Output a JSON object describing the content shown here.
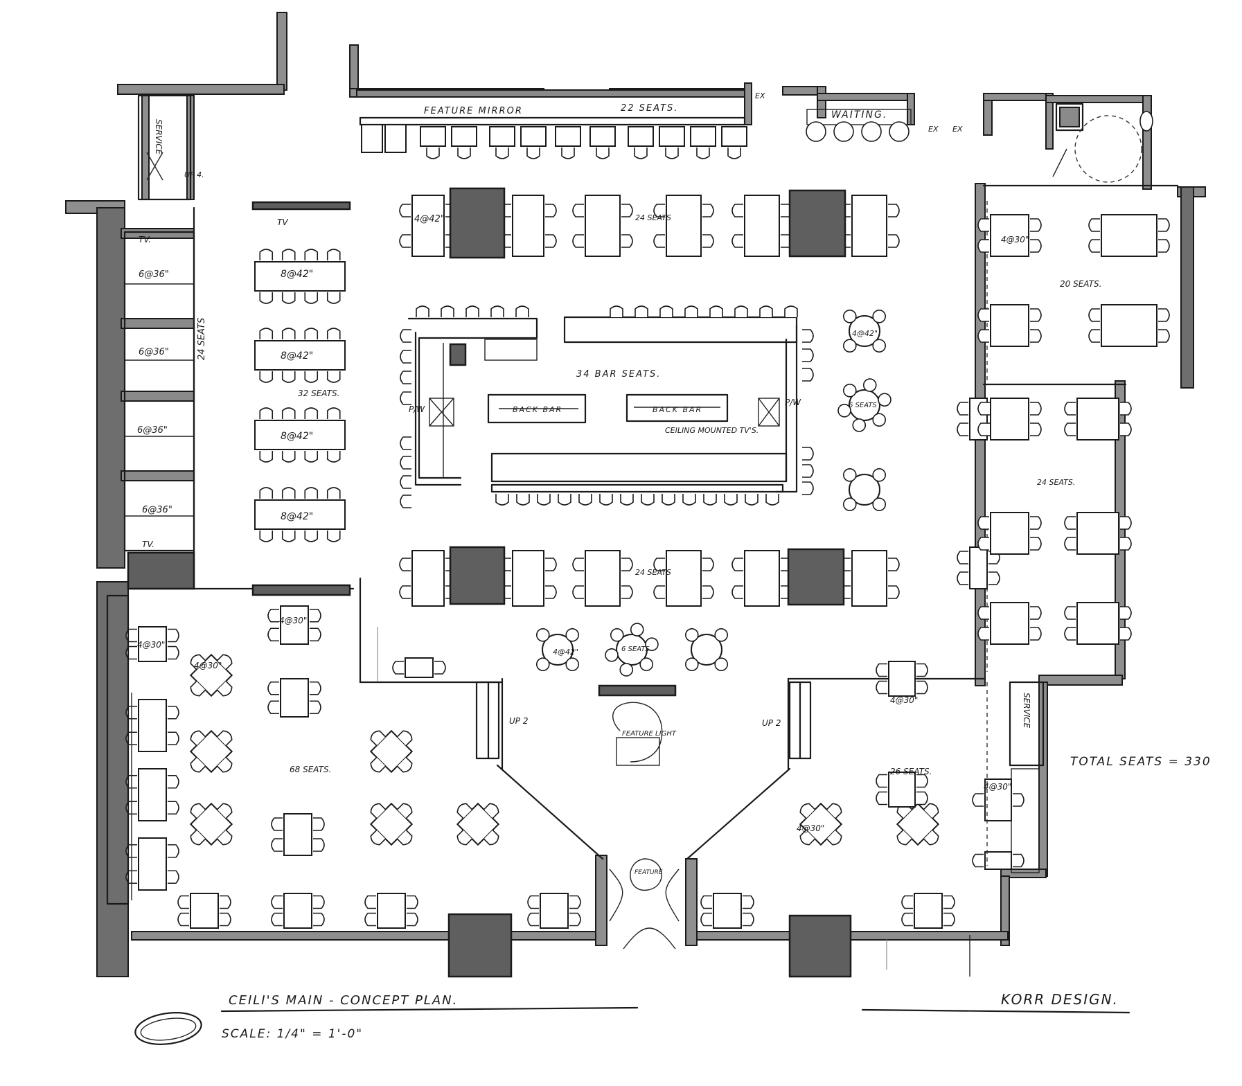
{
  "labels": {
    "service_top": "SERVICE",
    "up4": "UP 4.",
    "feature_mirror": "FEATURE MIRROR",
    "seats_22": "22 SEATS.",
    "waiting": "WAITING.",
    "ex1": "EX",
    "ex2": "EX",
    "ex3": "EX",
    "tv_left": "TV.",
    "tv_top": "TV",
    "tv_bottom": "TV.",
    "booth_1": "6@36\"",
    "booth_2": "6@36\"",
    "booth_3": "6@36\"",
    "booth_4": "6@36\"",
    "seats_24_left": "24 SEATS",
    "seats_32": "32 SEATS.",
    "table_8_1": "8@42\"",
    "table_8_2": "8@42\"",
    "table_8_3": "8@42\"",
    "table_8_4": "8@42\"",
    "table_4_42": "4@42\"",
    "seats_24_top": "24 SEATS",
    "seats_24_mid": "24 SEATS",
    "bar_seats": "34 BAR SEATS.",
    "back_bar_1": "BACK BAR",
    "back_bar_2": "BACK BAR",
    "ceiling_tvs": "CEILING MOUNTED TV'S.",
    "pw1": "P/W",
    "pw2": "P/W",
    "round_4_42": "4@42\"",
    "round_6_seats": "6 SEATS",
    "round_4_42b": "4@42\"",
    "round_6_seats_b": "6 SEATS",
    "room_20": "20 SEATS.",
    "table_4_30": "4@30\"",
    "seats_24_right": "24 SEATS.",
    "table_4_30b": "4@30\"",
    "table_4_30c": "4@30\"",
    "table_4_30d": "4@30\"",
    "table_4_30e": "4@30\"",
    "table_4_30f": "4@30\"",
    "table_4_30g": "4@30\"",
    "seats_68": "68 SEATS.",
    "up2_left": "UP 2",
    "up2_right": "UP 2",
    "feature_light": "FEATURE LIGHT",
    "feature": "FEATURE",
    "service_right": "SERVICE",
    "seats_26": "26 SEATS.",
    "total_seats": "TOTAL SEATS = 330",
    "title": "CEILI'S MAIN - CONCEPT PLAN.",
    "scale": "SCALE: 1/4\" = 1'-0\"",
    "designer": "KORR DESIGN."
  }
}
